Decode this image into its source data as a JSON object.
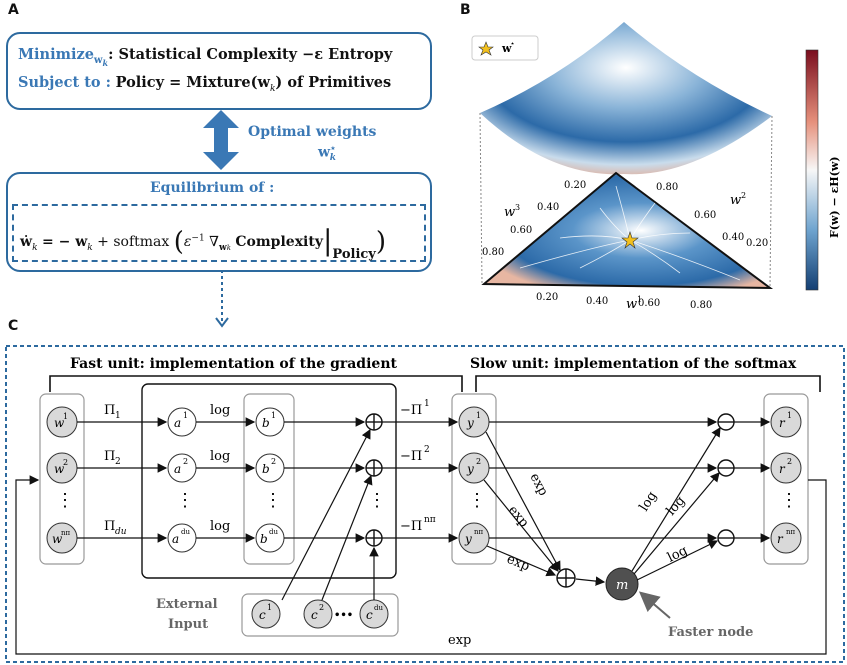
{
  "panels": {
    "a": "A",
    "b": "B",
    "c": "C"
  },
  "panel_a": {
    "minimize_label": "Minimize",
    "minimize_sub": "w",
    "minimize_sub2": "k",
    "minimize_text": ": Statistical Complexity −ε Entropy",
    "subject_label": "Subject to :",
    "subject_text": "Policy = Mixture(w",
    "subject_text2": ") of Primitives",
    "optimal_line1": "Optimal weights",
    "optimal_symbol": "w",
    "optimal_sup": "⋆",
    "optimal_sub": "k",
    "equilibrium_label": "Equilibrium of :",
    "equation": "ẇ",
    "equation_rest": "= − w",
    "equation_plus": "+ softmax",
    "equation_inner": "ε",
    "equation_inner2": "∇",
    "equation_complexity": "Complexity",
    "equation_policy": "Policy"
  },
  "panel_b": {
    "legend_symbol": "w",
    "legend_sup": "⋆",
    "colorbar_label": "F(w) − εH(w)",
    "axis_w1": "w",
    "axis_w2": "w",
    "axis_w3": "w",
    "ticks_w1": [
      "0.20",
      "0.40",
      "0.60",
      "0.80"
    ],
    "ticks_w2": [
      "0.80",
      "0.60",
      "0.40",
      "0.20"
    ],
    "ticks_w3": [
      "0.20",
      "0.40",
      "0.60",
      "0.80"
    ]
  },
  "panel_c": {
    "fast_unit": "Fast unit: implementation of the gradient",
    "slow_unit": "Slow unit: implementation of the ",
    "slow_unit_bold": "softmax",
    "w_nodes": [
      "w",
      "w",
      "w"
    ],
    "w_sups": [
      "1",
      "2",
      "nπ"
    ],
    "pi_labels": [
      "Π",
      "Π",
      "Π"
    ],
    "pi_subs": [
      "1",
      "2",
      "du"
    ],
    "a_nodes": [
      "a",
      "a",
      "a"
    ],
    "a_sups": [
      "1",
      "2",
      "du"
    ],
    "log_label": "log",
    "b_nodes": [
      "b",
      "b",
      "b"
    ],
    "b_sups": [
      "1",
      "2",
      "du"
    ],
    "minus_pi": [
      "−Π",
      "−Π",
      "−Π"
    ],
    "minus_pi_sups": [
      "1",
      "2",
      "nπ"
    ],
    "y_nodes": [
      "y",
      "y",
      "y"
    ],
    "y_sups": [
      "1",
      "2",
      "nπ"
    ],
    "exp_label": "exp",
    "m_label": "m",
    "r_nodes": [
      "r",
      "r",
      "r"
    ],
    "r_sups": [
      "1",
      "2",
      "nπ"
    ],
    "external_line1": "External",
    "external_line2": "Input",
    "c_nodes": [
      "c",
      "c",
      "c"
    ],
    "c_sups": [
      "1",
      "2",
      "du"
    ],
    "faster_node": "Faster node",
    "bottom_exp": "exp",
    "dots": "⋮",
    "hdots": "•••",
    "sub_k": "k"
  },
  "colors": {
    "accent": "#2d6a9f",
    "accent_text": "#3a78b5",
    "node_fill": "#d9d9d9",
    "m_fill": "#505050",
    "gray_text": "#666666"
  }
}
